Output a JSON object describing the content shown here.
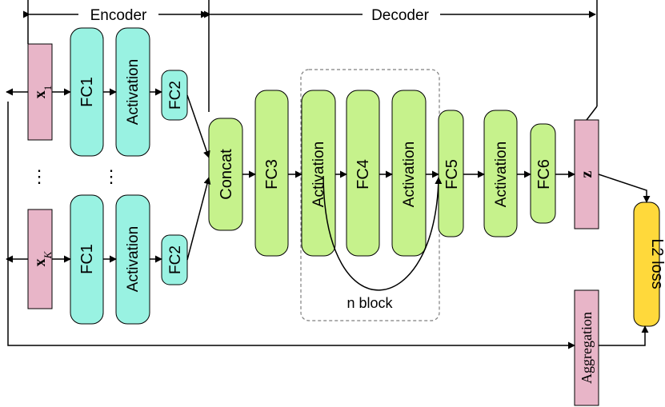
{
  "colors": {
    "cyan": "#99F2E2",
    "green": "#C6F28C",
    "pink": "#E8B5C8",
    "yellow": "#FFD93B",
    "stroke": "#000000",
    "dashed": "#7f7f7f"
  },
  "labels": {
    "encoder": "Encoder",
    "decoder": "Decoder",
    "x1": "x",
    "x1_sub": "1",
    "xk": "x",
    "xk_sub": "K",
    "fc1": "FC1",
    "activation": "Activation",
    "fc2": "FC2",
    "ellipsis": "⋮",
    "concat": "Concat",
    "fc3": "FC3",
    "fc4": "FC4",
    "fc5": "FC5",
    "fc6": "FC6",
    "z": "z",
    "n_block": "n block",
    "aggregation": "Aggregation",
    "l2_loss": "L2 loss"
  }
}
